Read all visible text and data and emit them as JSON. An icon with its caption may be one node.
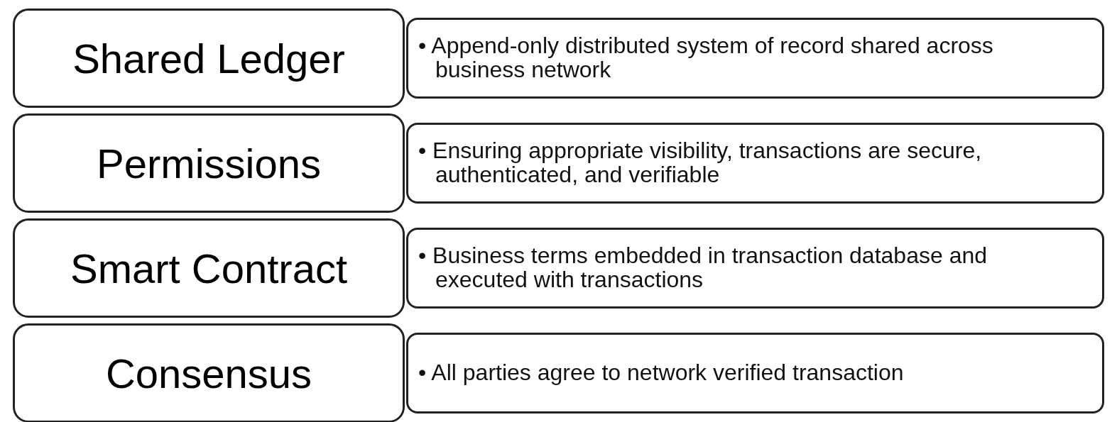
{
  "diagram": {
    "nodes": [
      {
        "text": [
          "Shared Ledger"
        ]
      },
      {
        "text": [
          "• Append-only distributed system of record shared across business network"
        ]
      },
      {
        "text": [
          "Permissions"
        ]
      },
      {
        "text": [
          "• Ensuring appropriate visibility, transactions are secure, authenticated, and verifiable"
        ]
      },
      {
        "text": [
          "Smart Contract"
        ]
      },
      {
        "text": [
          "• Business terms embedded in transaction database and executed with transactions"
        ]
      },
      {
        "text": [
          "Consensus"
        ]
      },
      {
        "text": [
          "• All parties agree to network verified transaction"
        ]
      }
    ]
  }
}
